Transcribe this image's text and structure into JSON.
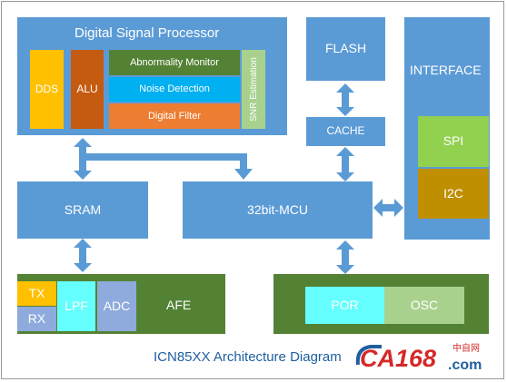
{
  "blocks": {
    "dsp": {
      "title": "Digital Signal Processor"
    },
    "dds": "DDS",
    "alu": "ALU",
    "abnormality": "Abnormality Monitor",
    "noise": "Noise Detection",
    "filter": "Digital Filter",
    "snr": "SNR Estimation",
    "flash": "FLASH",
    "cache": "CACHE",
    "interface": "INTERFACE",
    "spi": "SPI",
    "i2c": "I2C",
    "sram": "SRAM",
    "mcu": "32bit-MCU",
    "tx": "TX",
    "rx": "RX",
    "lpf": "LPF",
    "adc": "ADC",
    "afe": "AFE",
    "por": "POR",
    "osc": "OSC"
  },
  "caption": "ICN85XX Architecture Diagram",
  "logo": {
    "text": "CA168",
    "sub": ".com",
    "cn": "中自网"
  },
  "colors": {
    "block_blue": "#5b9bd5",
    "arrow_blue": "#5b9bd5",
    "dark_green": "#548235",
    "orange": "#ffc000",
    "dark_orange": "#c55a11",
    "light_green": "#70ad47",
    "cyan": "#00b0f0",
    "salmon": "#ed7d31",
    "pale_green": "#a9d18e",
    "gold": "#bf8f00",
    "aqua": "#66ffff"
  }
}
